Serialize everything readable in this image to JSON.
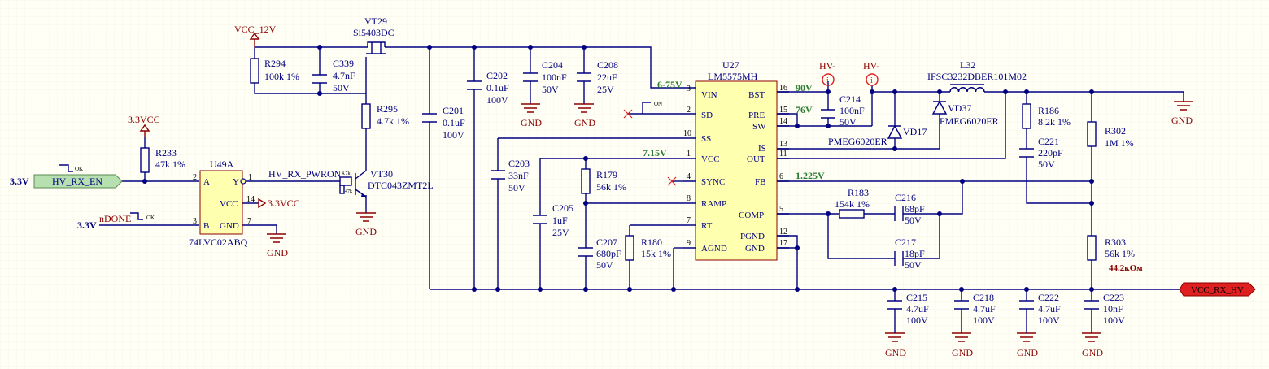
{
  "colors": {
    "wire": "#000080",
    "power": "#8b0000",
    "note": "#2e7d32",
    "chip_fill": "#ffffb0",
    "port_green": "#b7e0b0",
    "port_red": "#e02020",
    "probe": "#e02020",
    "background": "#fffff6"
  },
  "power": {
    "vcc12": "VCC_12V",
    "vcc33_left": "3.3VCC",
    "vcc33_right": "3.3VCC",
    "gnd": "GND",
    "hv_probe1": "HV-",
    "hv_probe2": "HV-",
    "probe_symbol": "i"
  },
  "ports": {
    "hv_rx_en_level": "3.3V",
    "hv_rx_en": "HV_RX_EN",
    "ndone_level": "3.3V",
    "ndone": "nDONE",
    "vcc_rx_hv": "VCC_RX_HV",
    "ok1": "OK",
    "ok2": "OK",
    "on": "ON"
  },
  "nets": {
    "hv_rx_pwron": "HV_RX_PWRON"
  },
  "transistor_inner": {
    "r1": "4.7k",
    "r2": "47k"
  },
  "notes": {
    "vin_range": "6-75V",
    "bst": "90V",
    "pre": "76V",
    "vcc": "7.15V",
    "fb": "1.225V",
    "divider": "44.2кОм"
  },
  "components": {
    "R294": {
      "ref": "R294",
      "val": "100k 1%"
    },
    "C339": {
      "ref": "C339",
      "val1": "4.7nF",
      "val2": "50V"
    },
    "VT29": {
      "ref": "VT29",
      "val": "Si5403DC"
    },
    "R295": {
      "ref": "R295",
      "val": "4.7k 1%"
    },
    "VT30": {
      "ref": "VT30",
      "val": "DTC043ZMT2L"
    },
    "R233": {
      "ref": "R233",
      "val": "47k 1%"
    },
    "U49A": {
      "ref": "U49A",
      "val": "74LVC02ABQ"
    },
    "C201": {
      "ref": "C201",
      "val1": "0.1uF",
      "val2": "100V"
    },
    "C202": {
      "ref": "C202",
      "val1": "0.1uF",
      "val2": "100V"
    },
    "C204": {
      "ref": "C204",
      "val1": "100nF",
      "val2": "50V"
    },
    "C208": {
      "ref": "C208",
      "val1": "22uF",
      "val2": "25V"
    },
    "C203": {
      "ref": "C203",
      "val1": "33nF",
      "val2": "50V"
    },
    "C205": {
      "ref": "C205",
      "val1": "1uF",
      "val2": "25V"
    },
    "R179": {
      "ref": "R179",
      "val": "56k 1%"
    },
    "C207": {
      "ref": "C207",
      "val1": "680pF",
      "val2": "50V"
    },
    "R180": {
      "ref": "R180",
      "val": "15k 1%"
    },
    "U27": {
      "ref": "U27",
      "val": "LM5575MH"
    },
    "C214": {
      "ref": "C214",
      "val1": "100nF",
      "val2": "50V"
    },
    "VD17": {
      "ref": "VD17",
      "val": "PMEG6020ER"
    },
    "VD37": {
      "ref": "VD37",
      "val": "PMEG6020ER"
    },
    "L32": {
      "ref": "L32",
      "val": "IFSC3232DBER101M02"
    },
    "R186": {
      "ref": "R186",
      "val": "8.2k 1%"
    },
    "C221": {
      "ref": "C221",
      "val1": "220pF",
      "val2": "50V"
    },
    "R302": {
      "ref": "R302",
      "val": "1M 1%"
    },
    "R303": {
      "ref": "R303",
      "val": "56k 1%"
    },
    "R183": {
      "ref": "R183",
      "val": "154k 1%"
    },
    "C216": {
      "ref": "C216",
      "val1": "68pF",
      "val2": "50V"
    },
    "C217": {
      "ref": "C217",
      "val1": "18pF",
      "val2": "50V"
    },
    "C215": {
      "ref": "C215",
      "val1": "4.7uF",
      "val2": "100V"
    },
    "C218": {
      "ref": "C218",
      "val1": "4.7uF",
      "val2": "100V"
    },
    "C222": {
      "ref": "C222",
      "val1": "4.7uF",
      "val2": "100V"
    },
    "C223": {
      "ref": "C223",
      "val1": "10nF",
      "val2": "100V"
    }
  },
  "u49a_pins": {
    "a": "A",
    "y": "Y",
    "b": "B",
    "vcc": "VCC",
    "gnd": "GND",
    "n_a": "2",
    "n_y": "1",
    "n_b": "3",
    "n_vcc": "14",
    "n_gnd": "7"
  },
  "u27_pins": {
    "vin": "VIN",
    "sd": "SD",
    "ss": "SS",
    "vcc": "VCC",
    "sync": "SYNC",
    "ramp": "RAMP",
    "rt": "RT",
    "agnd": "AGND",
    "bst": "BST",
    "pre": "PRE",
    "sw": "SW",
    "is": "IS",
    "out": "OUT",
    "fb": "FB",
    "comp": "COMP",
    "pgnd": "PGND",
    "gnd": "GND",
    "n_vin": "3",
    "n_sd": "2",
    "n_ss": "10",
    "n_vcc": "1",
    "n_sync": "4",
    "n_ramp": "8",
    "n_rt": "7",
    "n_agnd": "9",
    "n_bst": "16",
    "n_pre": "15",
    "n_sw": "14",
    "n_is": "13",
    "n_out": "11",
    "n_fb": "6",
    "n_comp": "5",
    "n_pgnd": "12",
    "n_gnd": "17"
  }
}
